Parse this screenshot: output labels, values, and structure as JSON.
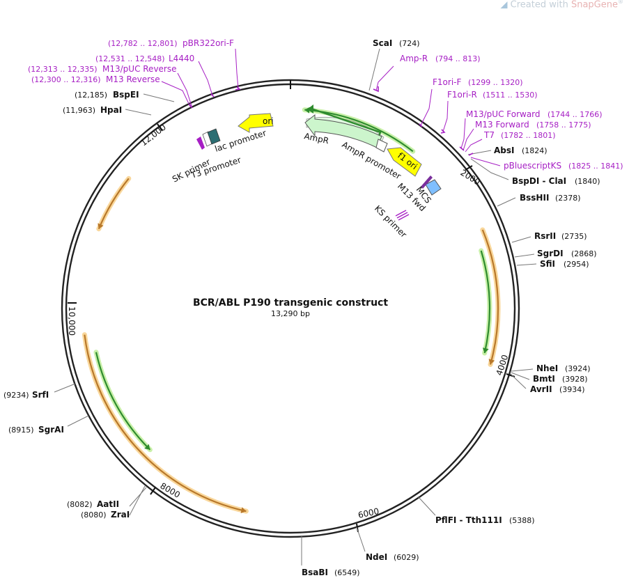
{
  "watermark": {
    "prefix": "Created with ",
    "brand": "SnapGene",
    "mark": "®"
  },
  "plasmid": {
    "name": "BCR/ABL P190 transgenic construct",
    "length_label": "13,290 bp",
    "length": 13290
  },
  "tick_labels": [
    "2000",
    "4000",
    "6000",
    "8000",
    "10,000",
    "12,000"
  ],
  "restriction_sites": [
    {
      "name": "ScaI",
      "pos": "(724)"
    },
    {
      "name": "AbsI",
      "pos": "(1824)"
    },
    {
      "name": "BspDI - ClaI",
      "pos": "(1840)"
    },
    {
      "name": "BssHII",
      "pos": "(2378)"
    },
    {
      "name": "RsrII",
      "pos": "(2735)"
    },
    {
      "name": "SgrDI",
      "pos": "(2868)"
    },
    {
      "name": "SfiI",
      "pos": "(2954)"
    },
    {
      "name": "NheI",
      "pos": "(3924)"
    },
    {
      "name": "BmtI",
      "pos": "(3928)"
    },
    {
      "name": "AvrII",
      "pos": "(3934)"
    },
    {
      "name": "PflFI - Tth111I",
      "pos": "(5388)"
    },
    {
      "name": "NdeI",
      "pos": "(6029)"
    },
    {
      "name": "BsaBI",
      "pos": "(6549)"
    },
    {
      "name": "AatII",
      "pos": "(8082)"
    },
    {
      "name": "ZraI",
      "pos": "(8080)"
    },
    {
      "name": "SgrAI",
      "pos": "(8915)"
    },
    {
      "name": "SrfI",
      "pos": "(9234)"
    },
    {
      "name": "HpaI",
      "pos": "(11,963)"
    },
    {
      "name": "BspEI",
      "pos": "(12,185)"
    }
  ],
  "primers": [
    {
      "name": "Amp-R",
      "range": "(794 .. 813)"
    },
    {
      "name": "F1ori-F",
      "range": "(1299 .. 1320)"
    },
    {
      "name": "F1ori-R",
      "range": "(1511 .. 1530)"
    },
    {
      "name": "M13/pUC Forward",
      "range": "(1744 .. 1766)"
    },
    {
      "name": "M13 Forward",
      "range": "(1758 .. 1775)"
    },
    {
      "name": "T7",
      "range": "(1782 .. 1801)"
    },
    {
      "name": "pBluescriptKS",
      "range": "(1825 .. 1841)"
    },
    {
      "name": "pBR322ori-F",
      "range": "(12,782 .. 12,801)"
    },
    {
      "name": "L4440",
      "range": "(12,531 .. 12,548)"
    },
    {
      "name": "M13/pUC Reverse",
      "range": "(12,313 .. 12,335)"
    },
    {
      "name": "M13 Reverse",
      "range": "(12,300 .. 12,316)"
    }
  ],
  "features": [
    "ori",
    "AmpR",
    "AmpR promoter",
    "f1 ori",
    "MCS",
    "M13 fwd",
    "KS primer",
    "SK primer",
    "T3 promoter",
    "lac promoter"
  ],
  "colors": {
    "backbone": "#222222",
    "primer": "#a61ec4",
    "ori": "#ffff00",
    "ampr": "#ccf5cc",
    "mcs": "#7fbfff",
    "orf_orange": "#b8782a",
    "orf_orange_glow": "#f9d79b",
    "orf_green": "#2e8b2e",
    "orf_green_glow": "#c8f0a8"
  },
  "orfs": [
    {
      "start": 2500,
      "end": 3900,
      "strand": "+",
      "kind": "orange"
    },
    {
      "start": 2700,
      "end": 3800,
      "strand": "+",
      "kind": "green"
    },
    {
      "start": 7100,
      "end": 9700,
      "strand": "-",
      "kind": "orange"
    },
    {
      "start": 8300,
      "end": 9500,
      "strand": "-",
      "kind": "green"
    },
    {
      "start": 10800,
      "end": 11400,
      "strand": "-",
      "kind": "orange"
    },
    {
      "start": 150,
      "end": 1400,
      "strand": "-",
      "kind": "green"
    }
  ]
}
